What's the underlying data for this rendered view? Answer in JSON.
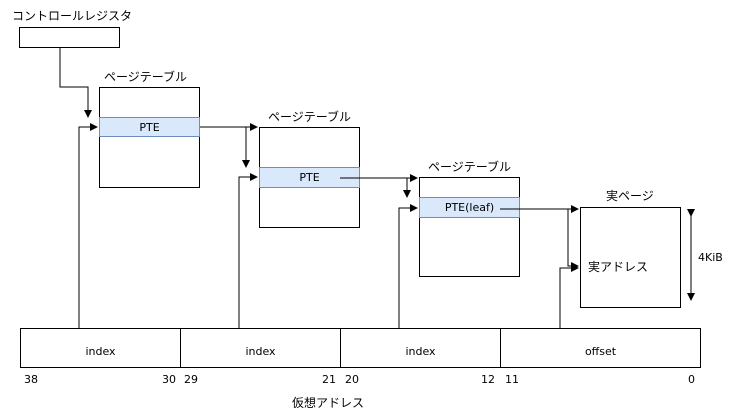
{
  "control_register": {
    "label": "コントロールレジスタ"
  },
  "page_tables": [
    {
      "title": "ページテーブル",
      "entry": "PTE"
    },
    {
      "title": "ページテーブル",
      "entry": "PTE"
    },
    {
      "title": "ページテーブル",
      "entry": "PTE(leaf)"
    }
  ],
  "physical_page": {
    "title": "実ページ",
    "address": "実アドレス",
    "size": "4KiB"
  },
  "virtual_address": {
    "caption": "仮想アドレス",
    "fields": [
      {
        "label": "index",
        "high": "38",
        "low": "30"
      },
      {
        "label": "index",
        "high": "29",
        "low": "21"
      },
      {
        "label": "index",
        "high": "20",
        "low": "12"
      },
      {
        "label": "offset",
        "high": "11",
        "low": "0"
      }
    ]
  }
}
